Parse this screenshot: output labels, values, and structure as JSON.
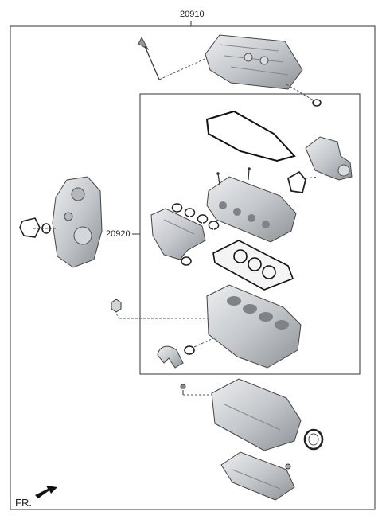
{
  "diagram": {
    "labels": {
      "top_part_number": "20910",
      "inner_part_number": "20920",
      "front_marker": "FR."
    },
    "part_icons": [
      "dipstick-icon",
      "valve-cover-icon",
      "oring-icon",
      "timing-cover-icon",
      "timing-cover-gasket-icon",
      "oring-icon",
      "head-cover-gasket-icon",
      "water-pump-housing-icon",
      "pump-gasket-icon",
      "cylinder-head-icon",
      "exhaust-manifold-icon",
      "manifold-gasket-icon",
      "head-gasket-icon",
      "hex-plug-icon",
      "cylinder-block-icon",
      "hose-elbow-icon",
      "oring-icon",
      "bolt-icon",
      "lower-crankcase-icon",
      "rear-oil-seal-icon",
      "oil-pan-icon",
      "drain-plug-icon",
      "front-arrow-icon"
    ],
    "colors": {
      "line": "#333333",
      "part_fill": "#c9ccd0",
      "part_shade": "#8e9296",
      "part_highlight": "#eceef0"
    }
  }
}
